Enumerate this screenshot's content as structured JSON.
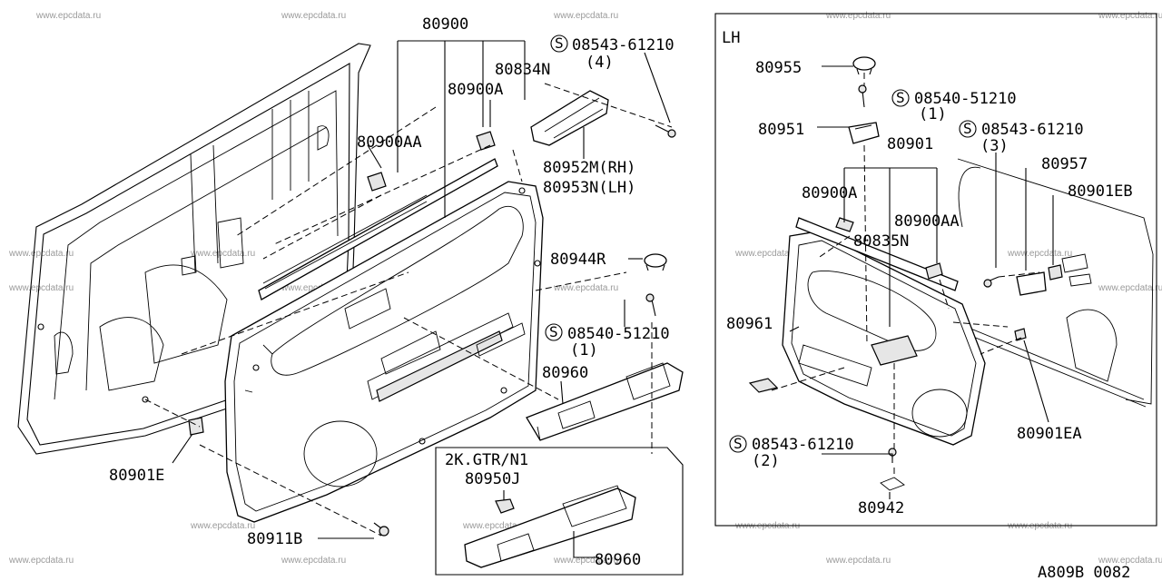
{
  "watermark": "www.epcdata.ru",
  "diagram_code": "A809B 0082",
  "inset_lh": {
    "title": "LH",
    "labels": {
      "p80955": "80955",
      "s0854051210": "08540-51210",
      "s0854051210_qty": "(1)",
      "p80951": "80951",
      "s0854361210": "08543-61210",
      "s0854361210_qty": "(3)",
      "p80901": "80901",
      "p80957": "80957",
      "p80900A": "80900A",
      "p80901EB": "80901EB",
      "p80900AA": "80900AA",
      "p80835N": "80835N",
      "p80961": "80961",
      "p80901EA": "80901EA",
      "s0854361210b": "08543-61210",
      "s0854361210b_qty": "(2)",
      "p80942": "80942"
    }
  },
  "inset_gtr": {
    "title": "2K.GTR/N1",
    "labels": {
      "p80950J": "80950J",
      "p80960": "80960"
    }
  },
  "main": {
    "labels": {
      "p80900": "80900",
      "s0854361210": "08543-61210",
      "s0854361210_qty": "(4)",
      "p80834N": "80834N",
      "p80900A": "80900A",
      "p80900AA": "80900AA",
      "p80952M": "80952M(RH)",
      "p80953N": "80953N(LH)",
      "p80944R": "80944R",
      "s0854051210": "08540-51210",
      "s0854051210_qty": "(1)",
      "p80960": "80960",
      "p80901E": "80901E",
      "p80911B": "80911B"
    }
  }
}
